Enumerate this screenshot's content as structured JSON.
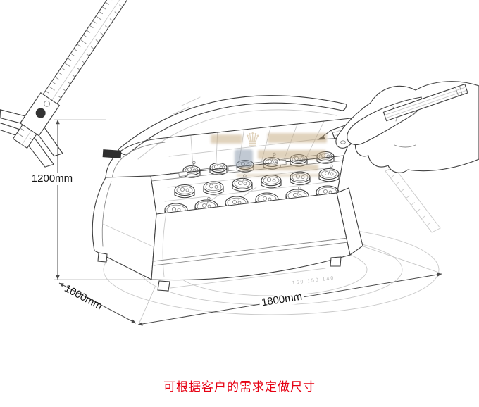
{
  "figure": {
    "dimension_labels": {
      "height": "1200mm",
      "depth": "1000mm",
      "width": "1800mm"
    },
    "caption": "可根据客户的需求定做尺寸",
    "ground_scale_numbers": "160  150  140",
    "icons": {
      "crown": "♛"
    },
    "colors": {
      "caption_red": "#e60012",
      "sketch_line": "#3f3f3f",
      "light_guide": "#c9c9c9",
      "watermark_tan": "#c3a87e",
      "watermark_blue": "#8595a8"
    }
  }
}
